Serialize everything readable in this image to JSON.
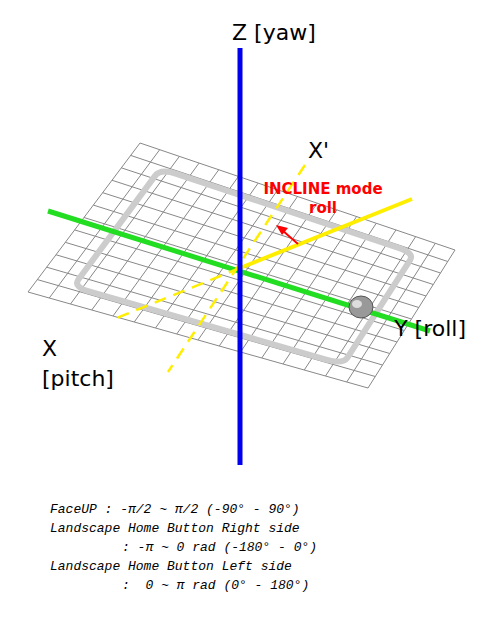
{
  "diagram": {
    "labels": [
      "Z [yaw]",
      "X'",
      "INCLINE mode roll",
      "X [pitch]",
      "Y [roll]",
      "FaceUP : -π/2 ~ π/2 (-90° - 90°)",
      "Landscape Home Button Right side",
      ": -π ~ 0 rad (-180° - 0°)",
      "Landscape Home Button Left side",
      ":  0 ~ π rad (0° - 180°)"
    ]
  }
}
